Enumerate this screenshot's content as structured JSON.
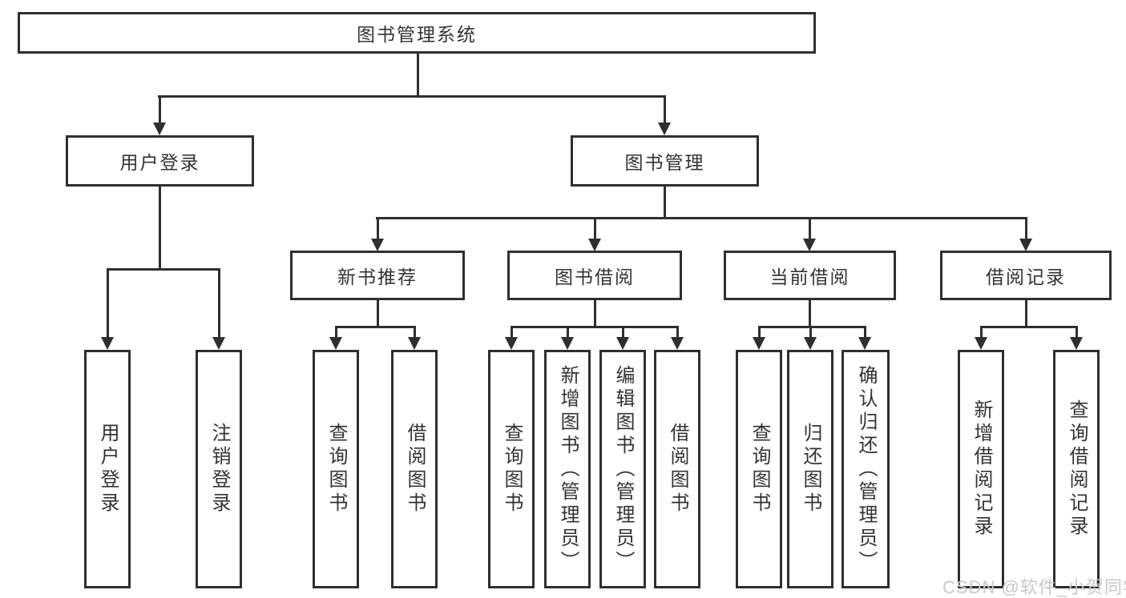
{
  "diagram": {
    "root": {
      "label": "图书管理系统"
    },
    "level2": [
      {
        "label": "用户登录"
      },
      {
        "label": "图书管理"
      }
    ],
    "level3": [
      {
        "label": "新书推荐"
      },
      {
        "label": "图书借阅"
      },
      {
        "label": "当前借阅"
      },
      {
        "label": "借阅记录"
      }
    ],
    "leaves": {
      "user_login": [
        "用户登录",
        "注销登录"
      ],
      "new_book_recommendation": [
        "查询图书",
        "借阅图书"
      ],
      "book_borrowing": [
        "查询图书",
        "新增图书（管理员）",
        "编辑图书（管理员）",
        "借阅图书"
      ],
      "current_borrowing": [
        "查询图书",
        "归还图书",
        "确认归还（管理员）"
      ],
      "borrowing_records": [
        "新增借阅记录",
        "查询借阅记录"
      ]
    },
    "watermark": "CSDN @软件_小贺同学",
    "colors": {
      "line": "#2f2f2f",
      "text": "#333333",
      "watermark": "#c8c8c8",
      "background": "#ffffff"
    }
  }
}
